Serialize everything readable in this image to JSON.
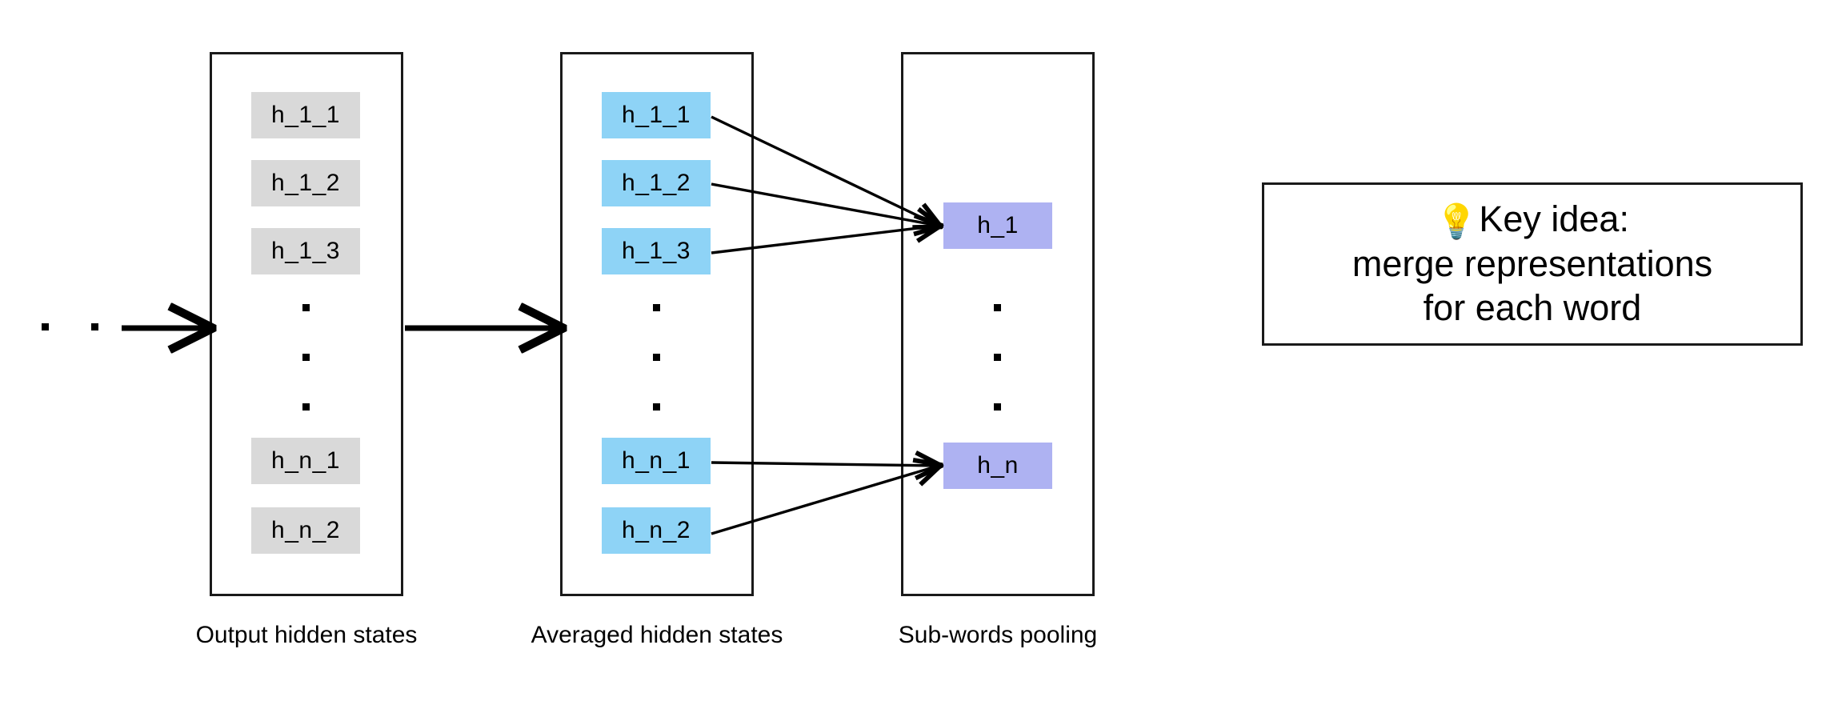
{
  "diagram": {
    "title": "Sub-words pooling",
    "colors": {
      "output_cell": "#d9d9d9",
      "averaged_cell": "#8ed3f6",
      "pooled_cell": "#aeb2f2",
      "frame": "#1a1a1a",
      "arrow": "#000000",
      "background": "#ffffff"
    },
    "input_ellipsis": {
      "name": "input-ellipsis",
      "dot_count": 2,
      "orientation": "horizontal"
    },
    "columns": [
      {
        "id": "output-hidden-states",
        "caption": "Output hidden states",
        "cell_style": "gray",
        "top_cells": [
          "h_1_1",
          "h_1_2",
          "h_1_3"
        ],
        "bottom_cells": [
          "h_n_1",
          "h_n_2"
        ],
        "ellipsis_dots": 3
      },
      {
        "id": "averaged-hidden-states",
        "caption": "Averaged hidden states",
        "cell_style": "blue",
        "top_cells": [
          "h_1_1",
          "h_1_2",
          "h_1_3"
        ],
        "bottom_cells": [
          "h_n_1",
          "h_n_2"
        ],
        "ellipsis_dots": 3
      },
      {
        "id": "sub-words-pooling",
        "caption": "Sub-words pooling",
        "cell_style": "purple",
        "top_cells": [
          "h_1"
        ],
        "bottom_cells": [
          "h_n"
        ],
        "ellipsis_dots": 3
      }
    ],
    "flow_arrows": [
      {
        "name": "arrow-input-to-output",
        "from": "input",
        "to": "output-hidden-states"
      },
      {
        "name": "arrow-output-to-averaged",
        "from": "output-hidden-states",
        "to": "averaged-hidden-states"
      }
    ],
    "pooling_arrows": [
      {
        "name": "arrow-h_1_1-to-h_1",
        "from": "h_1_1",
        "to": "h_1"
      },
      {
        "name": "arrow-h_1_2-to-h_1",
        "from": "h_1_2",
        "to": "h_1"
      },
      {
        "name": "arrow-h_1_3-to-h_1",
        "from": "h_1_3",
        "to": "h_1"
      },
      {
        "name": "arrow-h_n_1-to-h_n",
        "from": "h_n_1",
        "to": "h_n"
      },
      {
        "name": "arrow-h_n_2-to-h_n",
        "from": "h_n_2",
        "to": "h_n"
      }
    ]
  },
  "key_idea": {
    "icon": "light-bulb-icon",
    "icon_glyph": "💡",
    "line1": "Key idea:",
    "line2": "merge representations",
    "line3": "for each word"
  }
}
